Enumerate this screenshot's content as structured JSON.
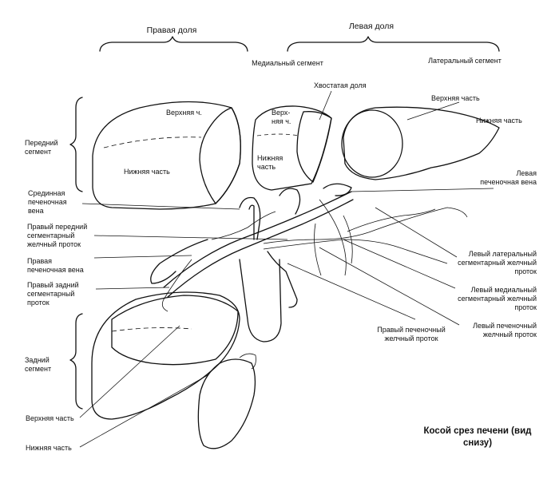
{
  "title": "Косой срез печени (вид снизу)",
  "lobes": {
    "right": "Правая доля",
    "left": "Левая доля",
    "medial_segment": "Медиальный сегмент",
    "lateral_segment": "Латеральный сегмент"
  },
  "segments": {
    "anterior": "Передний сегмент",
    "posterior": "Задний сегмент"
  },
  "labels": {
    "upper_ch": "Верхняя ч.",
    "lower_part_right": "Нижняя часть",
    "upper_ch_medial": "Верх-няя ч.",
    "lower_part_medial": "Нижняя часть",
    "caudate_lobe": "Хвостатая доля",
    "upper_part_lateral": "Верхняя часть",
    "lower_part_lateral": "Нижняя часть",
    "middle_hepatic_vein": "Срединная печеночная вена",
    "right_anterior_duct": "Правый передний сегментарный желчный проток",
    "right_hepatic_vein": "Правая печеночная вена",
    "right_posterior_duct": "Правый задний сегментарный проток",
    "left_hepatic_vein": "Левая печеночная вена",
    "left_lateral_duct": "Левый латеральный сегментарный желчный проток",
    "left_medial_duct": "Левый медиальный сегментарный желчный проток",
    "left_hepatic_duct": "Левый печеночный желчный проток",
    "right_hepatic_duct": "Правый печеночный желчный проток",
    "upper_part_posterior": "Верхняя часть",
    "lower_part_posterior": "Нижняя часть"
  }
}
